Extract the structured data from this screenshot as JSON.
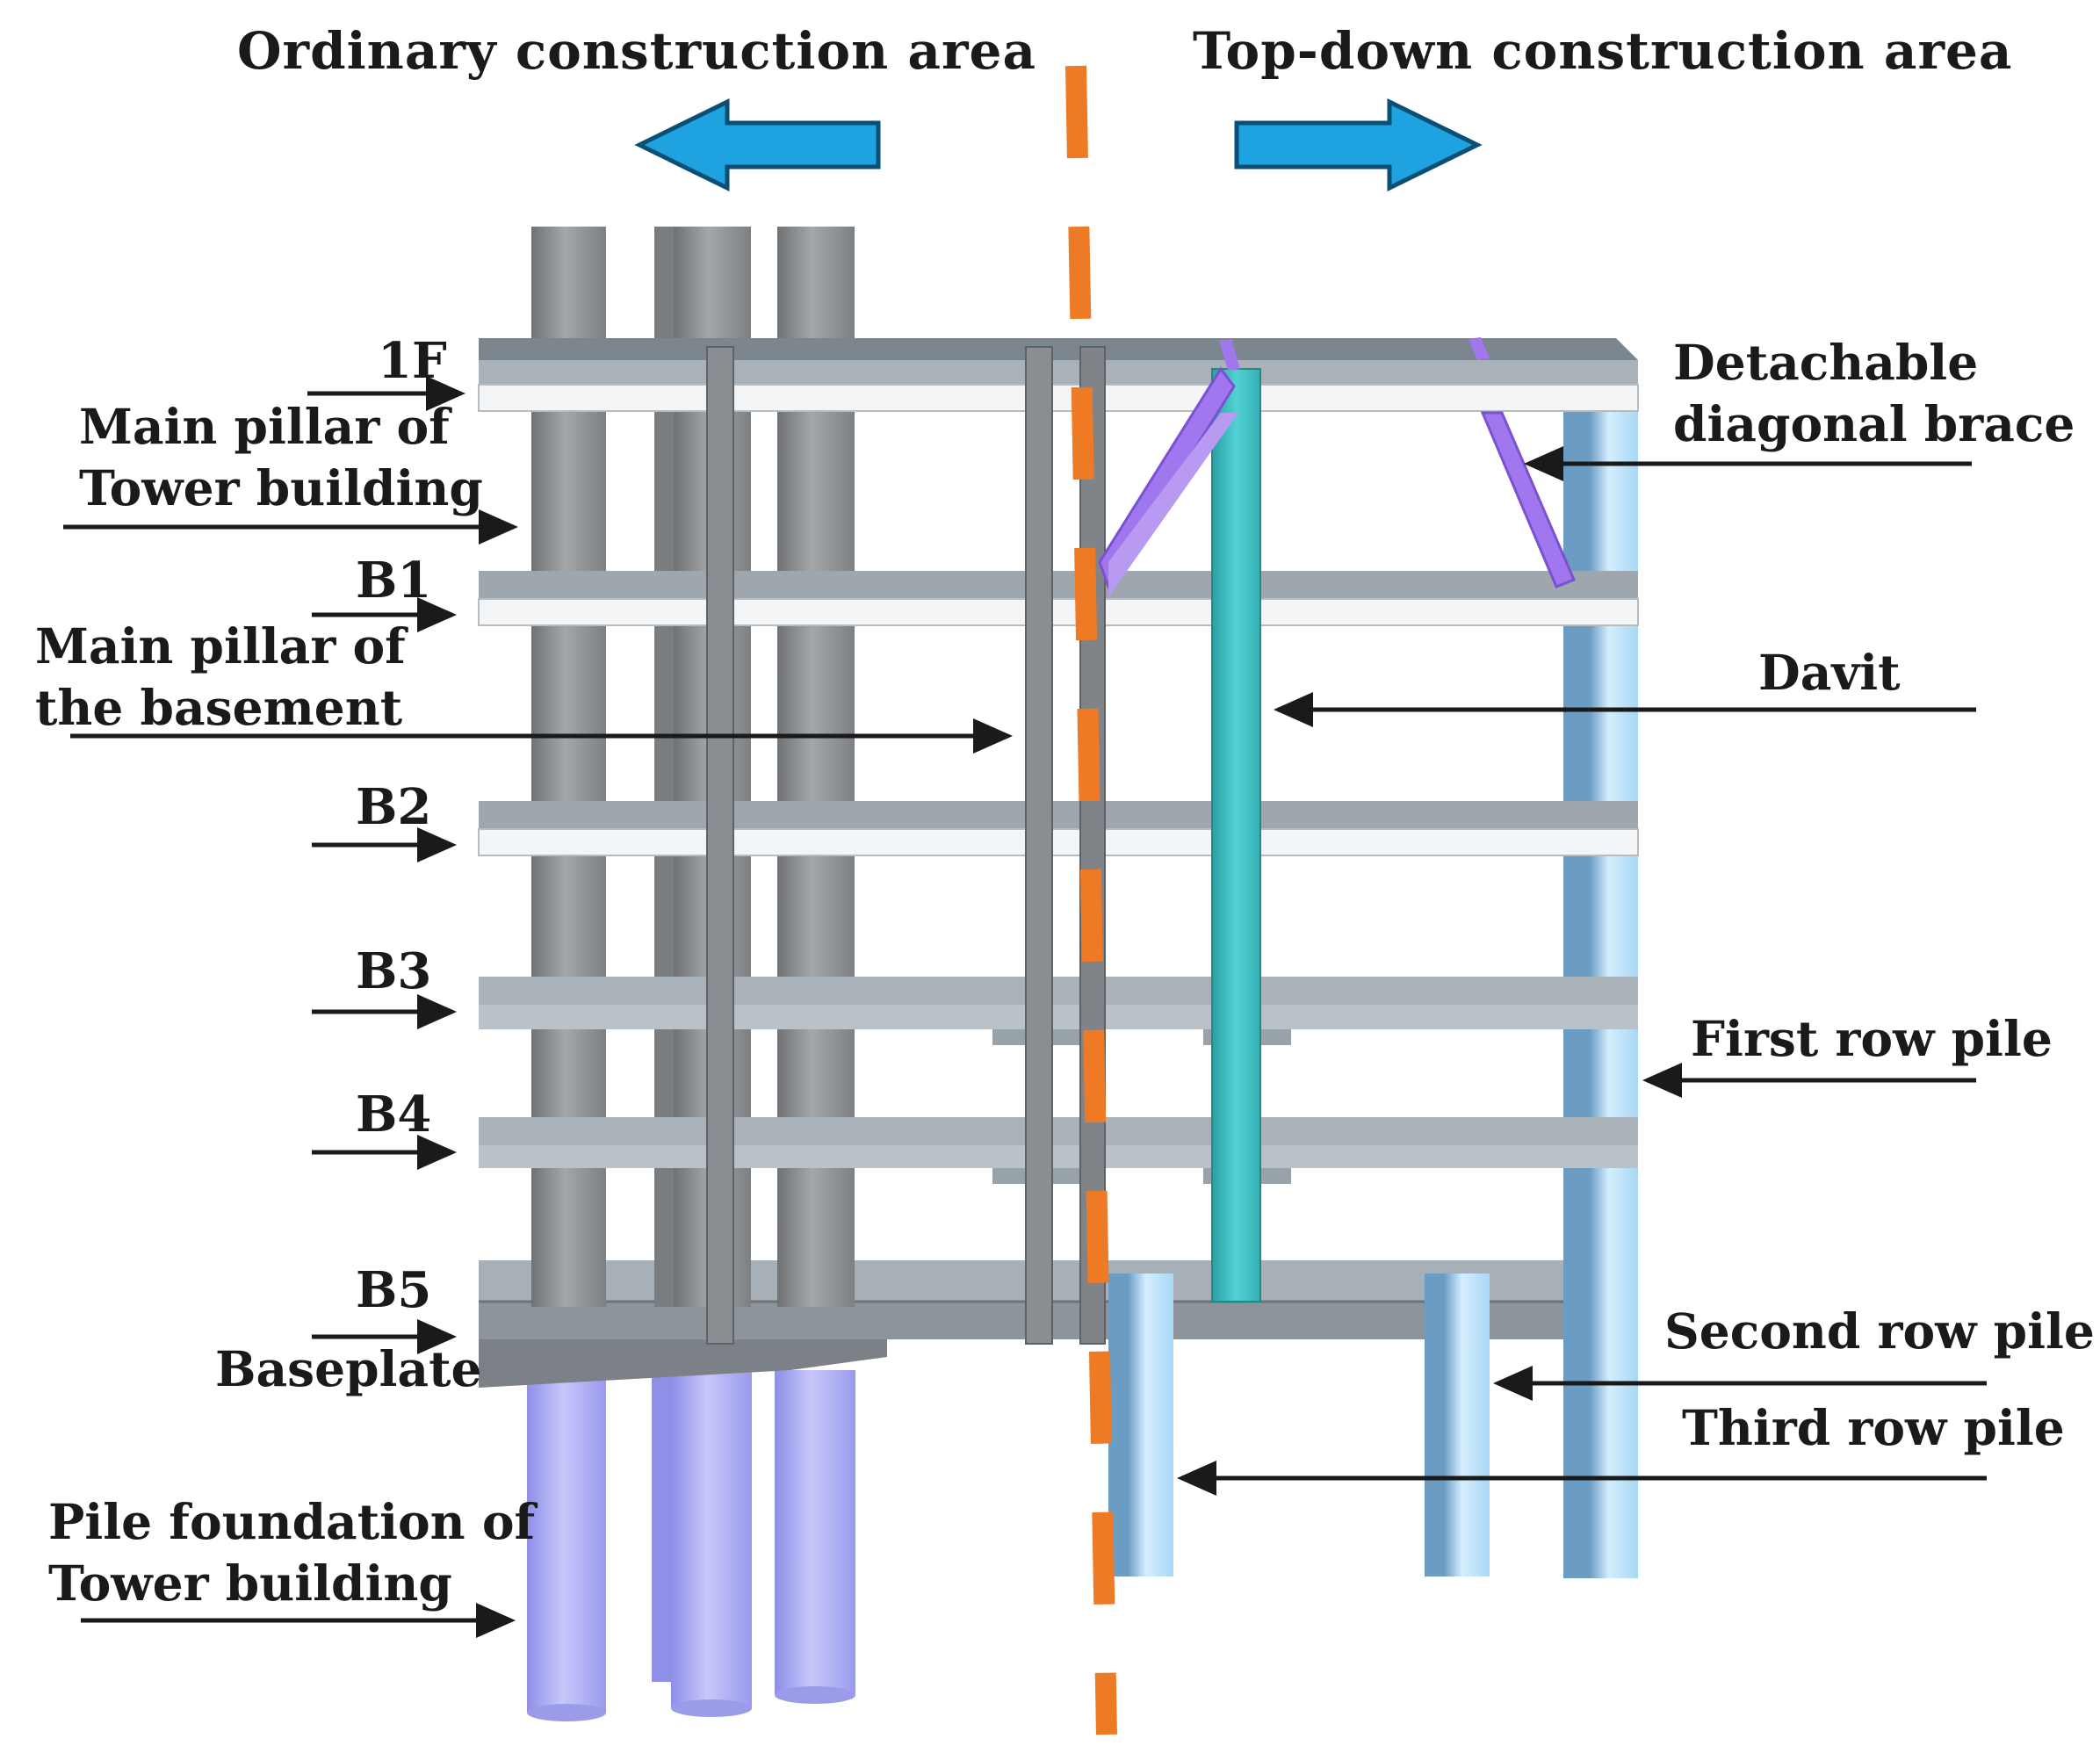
{
  "headers": {
    "left": "Ordinary construction area",
    "right": "Top-down construction area"
  },
  "floors": [
    "1F",
    "B1",
    "B2",
    "B3",
    "B4",
    "B5"
  ],
  "left_labels": {
    "tower_pillar_line1": "Main pillar of",
    "tower_pillar_line2": "Tower  building",
    "basement_pillar_line1": "Main pillar of",
    "basement_pillar_line2": "the basement",
    "baseplate": "Baseplate",
    "pile_foundation_line1": "Pile foundation of",
    "pile_foundation_line2": "Tower building"
  },
  "right_labels": {
    "brace_line1": "Detachable",
    "brace_line2": "diagonal brace",
    "davit": "Davit",
    "first_row_pile": "First row pile",
    "second_row_pile": "Second row pile",
    "third_row_pile": "Third row pile"
  },
  "colors": {
    "arrow_blue": "#1fa2e0",
    "divider_orange": "#ee7a26",
    "concrete_gray": "#8c8f92",
    "slab_gray": "#a9b3bb",
    "davit_teal": "#3ec3c6",
    "brace_purple": "#a077ee",
    "pile_light_blue": "#bfe4fb",
    "tower_pile_purple": "#a6a6f2"
  }
}
